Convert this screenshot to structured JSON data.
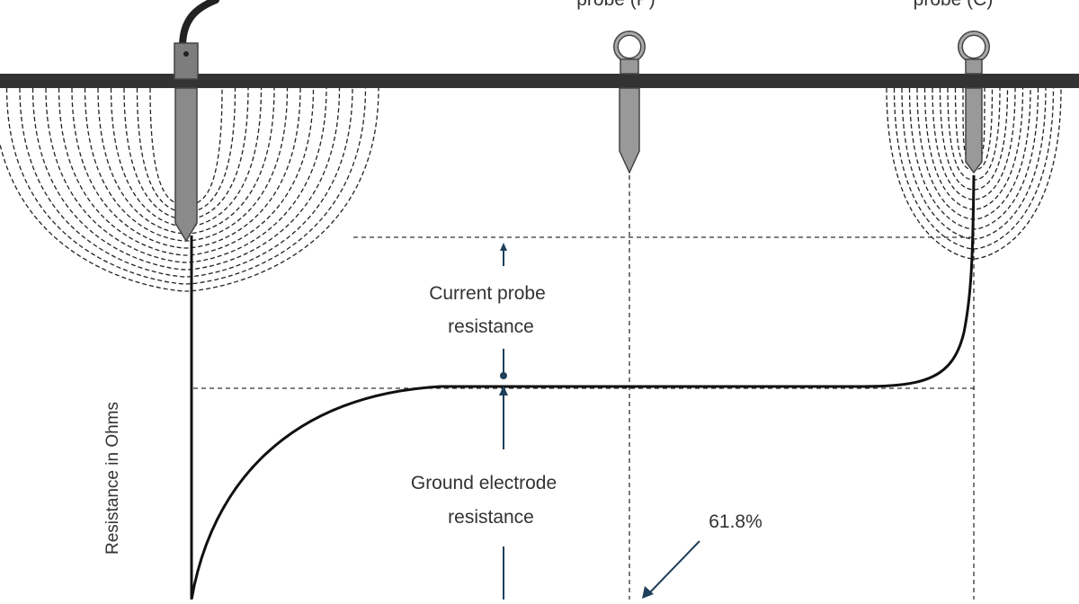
{
  "labels": {
    "potential_probe": "probe (P)",
    "current_probe": "probe (C)",
    "current_probe_resistance_line1": "Current probe",
    "current_probe_resistance_line2": "resistance",
    "ground_electrode_resistance_line1": "Ground electrode",
    "ground_electrode_resistance_line2": "resistance",
    "percentage": "61.8%",
    "y_axis": "Resistance in Ohms"
  },
  "colors": {
    "line": "#111111",
    "ground": "#333333",
    "probe_fill": "#999999",
    "electrode_fill": "#8a8a8a",
    "arrow": "#1f3f5a",
    "text": "#333333"
  },
  "icons": {
    "ground_electrode": "ground-rod-icon",
    "potential_probe": "ring-probe-icon",
    "current_probe": "ring-probe-icon"
  }
}
